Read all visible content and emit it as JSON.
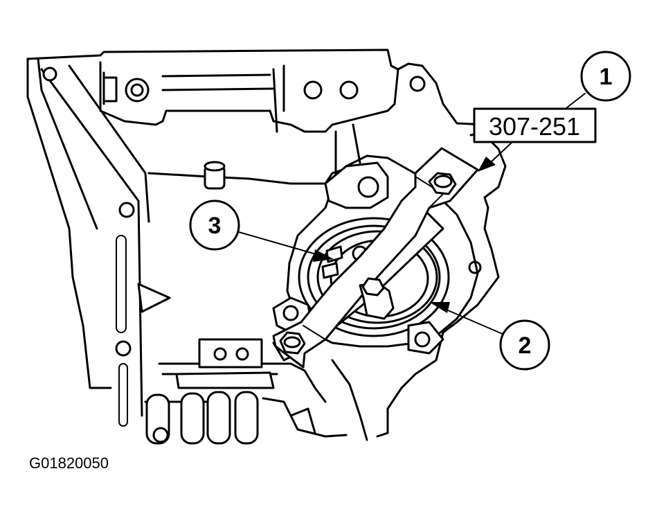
{
  "callouts": [
    {
      "id": "1",
      "label": "1"
    },
    {
      "id": "2",
      "label": "2"
    },
    {
      "id": "3",
      "label": "3"
    }
  ],
  "tool_number": "307-251",
  "figure_code": "G01820050",
  "colors": {
    "ink": "#000000",
    "paper": "#ffffff"
  }
}
